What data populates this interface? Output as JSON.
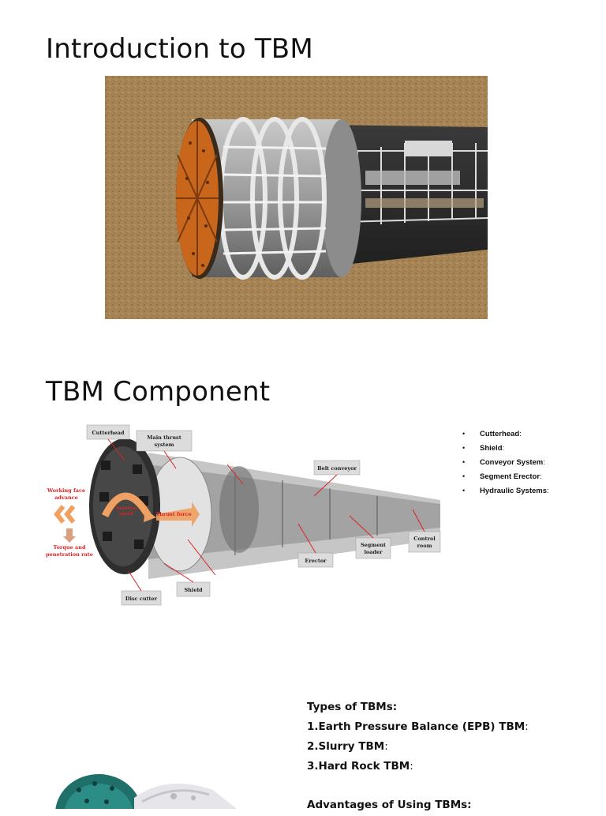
{
  "slide1": {
    "title": "Introduction to TBM"
  },
  "slide2": {
    "title": "TBM Component",
    "diagram_labels": {
      "cutterhead": "Cutterhead",
      "main_thrust": [
        "Main thrust",
        "system"
      ],
      "belt_conveyor": "Belt conveyor",
      "working_face": [
        "Working face",
        "advance"
      ],
      "torque": [
        "Torque and",
        "penetration rate"
      ],
      "thrust_force": "Thrust force",
      "rotation": [
        "Rotation",
        "speed"
      ],
      "segment_loader": [
        "Segment",
        "loader"
      ],
      "control_room": [
        "Control",
        "room"
      ],
      "erector": "Erector",
      "shield": "Shield",
      "disc_cutter": "Disc cutter"
    },
    "bullets": [
      {
        "label": "Cutterhead",
        "suffix": ":"
      },
      {
        "label": "Shield",
        "suffix": ":"
      },
      {
        "label": "Conveyor System",
        "suffix": ":"
      },
      {
        "label": "Segment Erector",
        "suffix": ":"
      },
      {
        "label": "Hydraulic Systems",
        "suffix": ":"
      }
    ],
    "bullet_glyph": "•"
  },
  "slide3": {
    "lines": [
      {
        "bold": "Types of TBMs:",
        "rest": ""
      },
      {
        "bold": "1.Earth Pressure Balance (EPB) TBM",
        "rest": ":"
      },
      {
        "bold": "2.Slurry TBM",
        "rest": ":"
      },
      {
        "bold": "3.Hard Rock TBM",
        "rest": ":"
      },
      {
        "bold": "",
        "rest": ""
      },
      {
        "bold": "Advantages of Using TBMs:",
        "rest": ""
      }
    ]
  },
  "colors": {
    "soil": "#a07c4e",
    "cutter_orange": "#c8661c",
    "steel": "#9a9a9a",
    "arrow_orange": "#f0a060",
    "label_red": "#d22"
  }
}
